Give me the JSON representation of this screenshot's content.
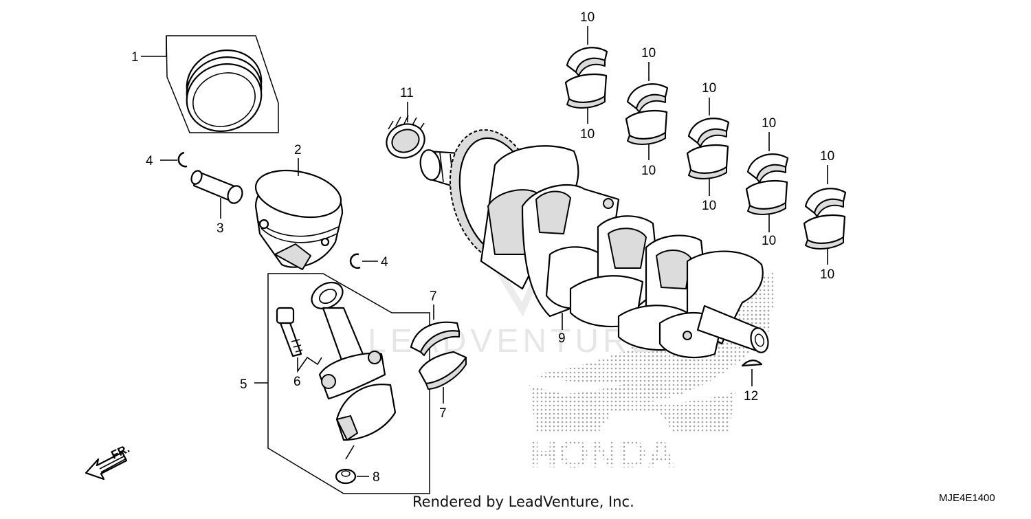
{
  "diagram": {
    "callouts": {
      "c1": "1",
      "c2": "2",
      "c3": "3",
      "c4a": "4",
      "c4b": "4",
      "c5": "5",
      "c6": "6",
      "c7a": "7",
      "c7b": "7",
      "c8": "8",
      "c9": "9",
      "c10": [
        "10",
        "10",
        "10",
        "10",
        "10",
        "10",
        "10",
        "10",
        "10",
        "10"
      ],
      "c11": "11",
      "c12": "12"
    },
    "front_indicator": "FR.",
    "watermark_brand": "HONDA",
    "watermark_text": "LEADVENTURE"
  },
  "footer": {
    "credit": "Rendered by LeadVenture, Inc.",
    "diagram_code": "MJE4E1400"
  }
}
